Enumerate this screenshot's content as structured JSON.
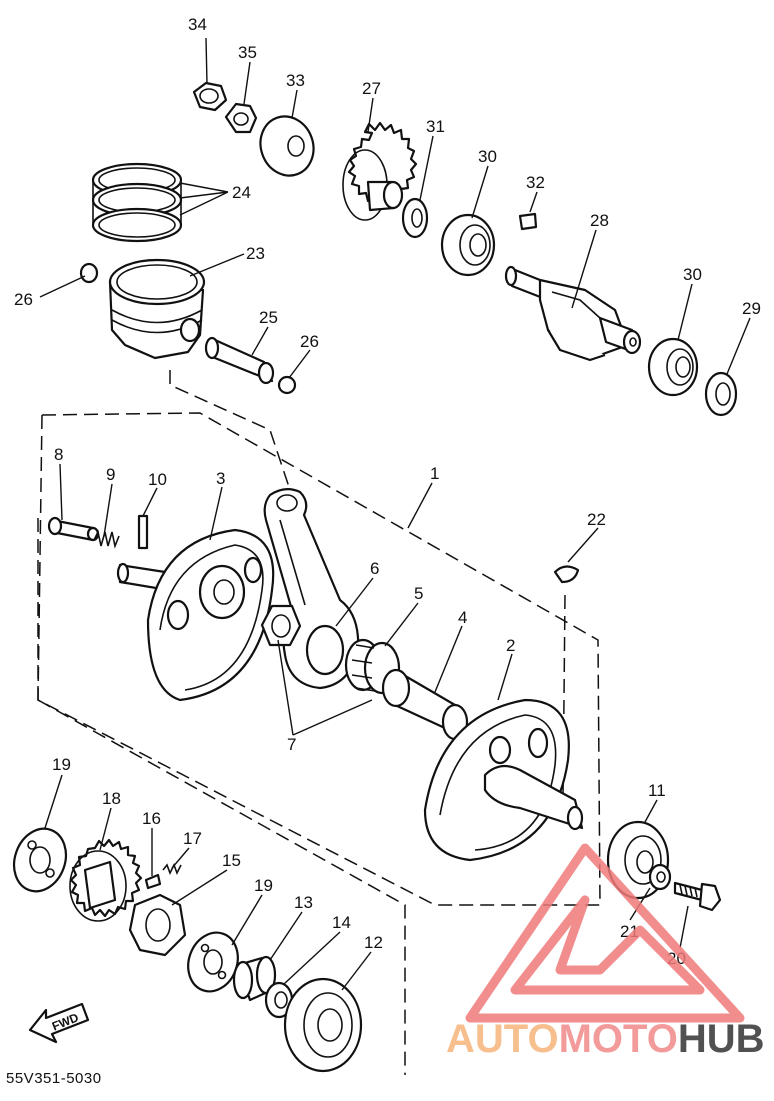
{
  "callouts": [
    {
      "id": "34",
      "label": "34"
    },
    {
      "id": "35",
      "label": "35"
    },
    {
      "id": "33",
      "label": "33"
    },
    {
      "id": "27",
      "label": "27"
    },
    {
      "id": "31",
      "label": "31"
    },
    {
      "id": "30a",
      "label": "30"
    },
    {
      "id": "32",
      "label": "32"
    },
    {
      "id": "28",
      "label": "28"
    },
    {
      "id": "30b",
      "label": "30"
    },
    {
      "id": "29",
      "label": "29"
    },
    {
      "id": "24",
      "label": "24"
    },
    {
      "id": "23",
      "label": "23"
    },
    {
      "id": "26a",
      "label": "26"
    },
    {
      "id": "25",
      "label": "25"
    },
    {
      "id": "26b",
      "label": "26"
    },
    {
      "id": "1",
      "label": "1"
    },
    {
      "id": "8",
      "label": "8"
    },
    {
      "id": "9",
      "label": "9"
    },
    {
      "id": "10",
      "label": "10"
    },
    {
      "id": "3",
      "label": "3"
    },
    {
      "id": "22",
      "label": "22"
    },
    {
      "id": "6",
      "label": "6"
    },
    {
      "id": "5",
      "label": "5"
    },
    {
      "id": "4",
      "label": "4"
    },
    {
      "id": "2",
      "label": "2"
    },
    {
      "id": "7",
      "label": "7"
    },
    {
      "id": "19a",
      "label": "19"
    },
    {
      "id": "18",
      "label": "18"
    },
    {
      "id": "16",
      "label": "16"
    },
    {
      "id": "17",
      "label": "17"
    },
    {
      "id": "15",
      "label": "15"
    },
    {
      "id": "11",
      "label": "11"
    },
    {
      "id": "19b",
      "label": "19"
    },
    {
      "id": "13",
      "label": "13"
    },
    {
      "id": "14",
      "label": "14"
    },
    {
      "id": "12",
      "label": "12"
    },
    {
      "id": "21",
      "label": "21"
    },
    {
      "id": "20",
      "label": "20"
    }
  ],
  "direction_arrow": "FWD",
  "diagram_code": "55V351-5030",
  "watermark": {
    "part1": "AUTO",
    "part2": "MOTO",
    "part3": "HUB",
    "color1": "#f5b47a",
    "color2": "#f28a8a",
    "color3": "#333333",
    "triangle_color": "#f07a7a"
  }
}
